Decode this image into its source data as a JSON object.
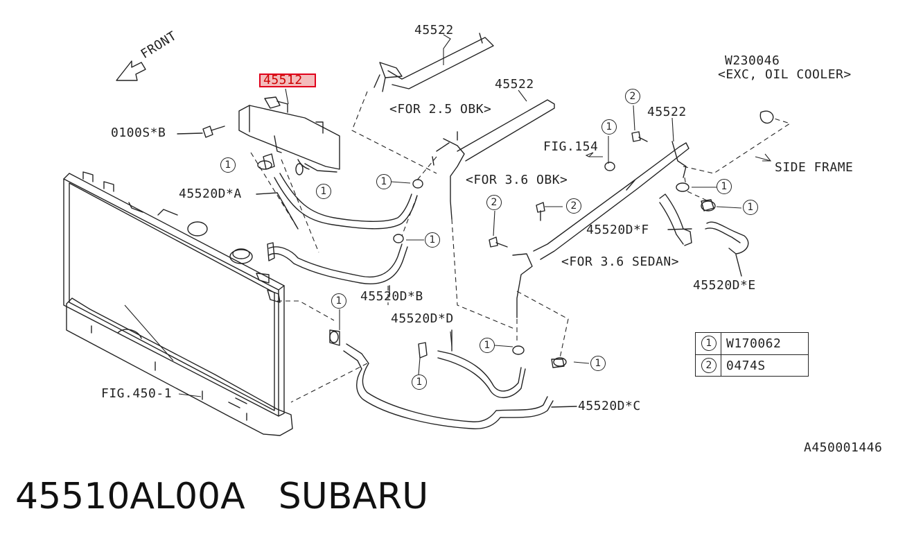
{
  "diagram": {
    "front_label": "FRONT",
    "highlighted_part": "45512",
    "part_labels": {
      "p45522_top": "45522",
      "p45522_mid": "45522",
      "p45522_right": "45522",
      "w230046": "W230046",
      "exc_oil_cooler": "<EXC, OIL COOLER>",
      "for_25_obk": "<FOR 2.5 OBK>",
      "for_36_obk": "<FOR 3.6 OBK>",
      "for_36_sedan": "<FOR 3.6 SEDAN>",
      "fig154": "FIG.154",
      "side_frame": "SIDE FRAME",
      "bolt_0100s_b": "0100S*B",
      "hose_a": "45520D*A",
      "hose_b": "45520D*B",
      "hose_c": "45520D*C",
      "hose_d": "45520D*D",
      "hose_e": "45520D*E",
      "hose_f": "45520D*F",
      "fig450": "FIG.450-1",
      "diagram_id": "A450001446"
    },
    "callouts": {
      "one": "1",
      "two": "2"
    },
    "legend": [
      {
        "num": "1",
        "part": "W170062"
      },
      {
        "num": "2",
        "part": "0474S"
      }
    ]
  },
  "footer": {
    "part_number": "45510AL00A",
    "brand": "SUBARU"
  }
}
